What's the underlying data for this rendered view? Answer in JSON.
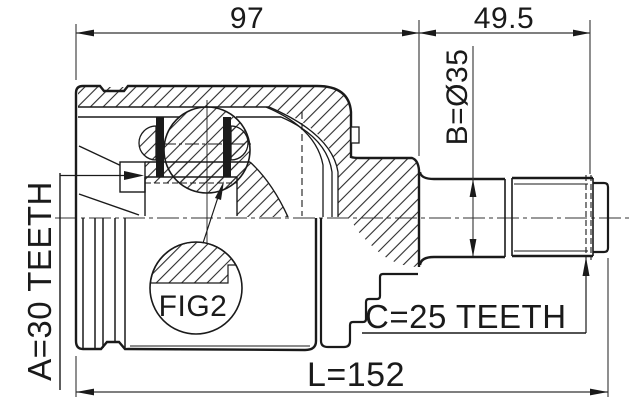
{
  "drawing": {
    "title_hint": "CV joint technical drawing",
    "dimensions": {
      "housing_length": "97",
      "shaft_length": "49.5",
      "shaft_diameter": "B=Ø35",
      "total_length": "L=152"
    },
    "labels": {
      "inner_spline": "A=30 TEETH",
      "outer_spline": "C=25 TEETH",
      "detail_ref": "FIG2"
    },
    "colors": {
      "line": "#1a1a1a",
      "thin_line": "#333333",
      "background": "#ffffff"
    }
  }
}
